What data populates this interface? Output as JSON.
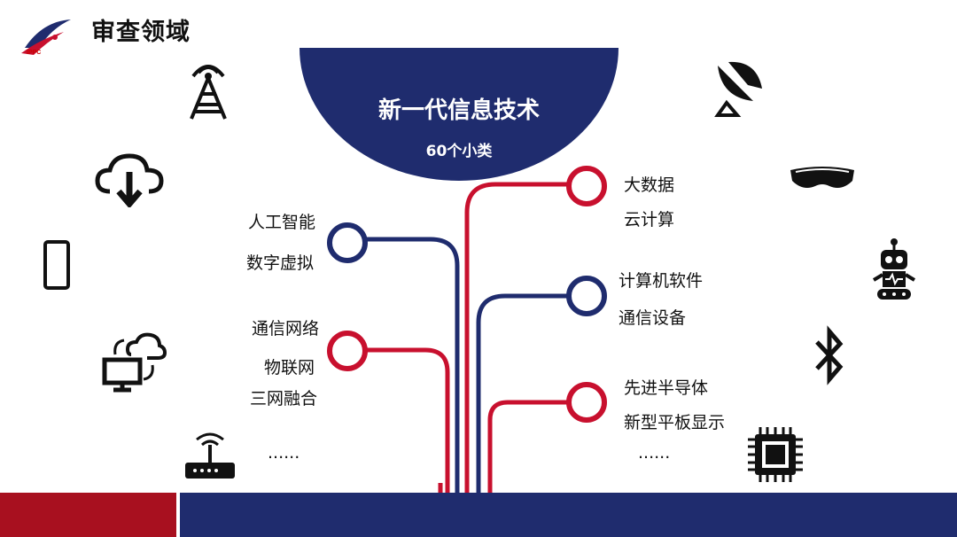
{
  "header": {
    "title": "审查领域",
    "logo_text": "IPPC"
  },
  "center": {
    "title": "新一代信息技术",
    "subtitle": "60个小类"
  },
  "left_branches": [
    {
      "lines": [
        "人工智能",
        "数字虚拟"
      ]
    },
    {
      "lines": [
        "通信网络",
        "物联网",
        "三网融合"
      ]
    }
  ],
  "left_more": "......",
  "right_branches": [
    {
      "lines": [
        "大数据",
        "云计算"
      ]
    },
    {
      "lines": [
        "计算机软件",
        "通信设备"
      ]
    },
    {
      "lines": [
        "先进半导体",
        "新型平板显示"
      ]
    }
  ],
  "right_more": "......",
  "icons": {
    "left": [
      "signal-tower-icon",
      "cloud-download-icon",
      "smartphone-icon",
      "cloud-computer-sync-icon",
      "wifi-router-icon"
    ],
    "right": [
      "satellite-dish-icon",
      "vr-goggles-icon",
      "robot-icon",
      "bluetooth-icon",
      "cpu-chip-icon"
    ]
  },
  "colors": {
    "navy": "#1f2c6e",
    "red": "#c8102e",
    "dark_red": "#a8101f"
  }
}
